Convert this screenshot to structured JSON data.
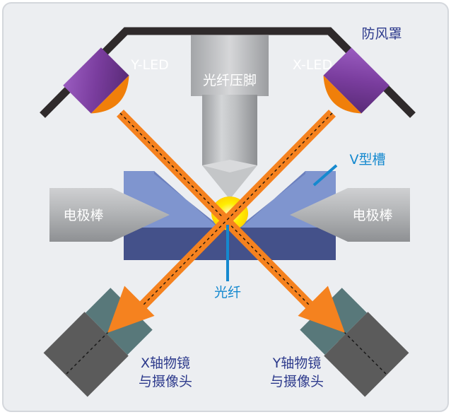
{
  "labels": {
    "windshield": "防风罩",
    "y_led": "Y-LED",
    "x_led": "X-LED",
    "fiber_clamp": "光纤压脚",
    "v_groove": "V型槽",
    "electrode_left": "电极棒",
    "electrode_right": "电极棒",
    "fiber": "光纤",
    "x_camera_line1": "X轴物镜",
    "x_camera_line2": "与摄像头",
    "y_camera_line1": "Y轴物镜",
    "y_camera_line2": "与摄像头"
  },
  "colors": {
    "background": "#eceef1",
    "panel_border": "#d4d7dc",
    "windshield": "#2f2a2b",
    "led_body": "#7b3fa0",
    "led_lens": "#f07f0a",
    "light_beam": "#f5821f",
    "beam_center": "#2b1a0a",
    "clamp": "#b3b5b8",
    "v_block_top": "#7f95cf",
    "v_block_bottom": "#44518a",
    "electrode": "#a7a9ac",
    "fiber_glow": "#ffea00",
    "label_blue": "#1589cf",
    "label_dark": "#2d3a8c",
    "camera_body": "#5b5b5b",
    "objective": "#58787a"
  }
}
